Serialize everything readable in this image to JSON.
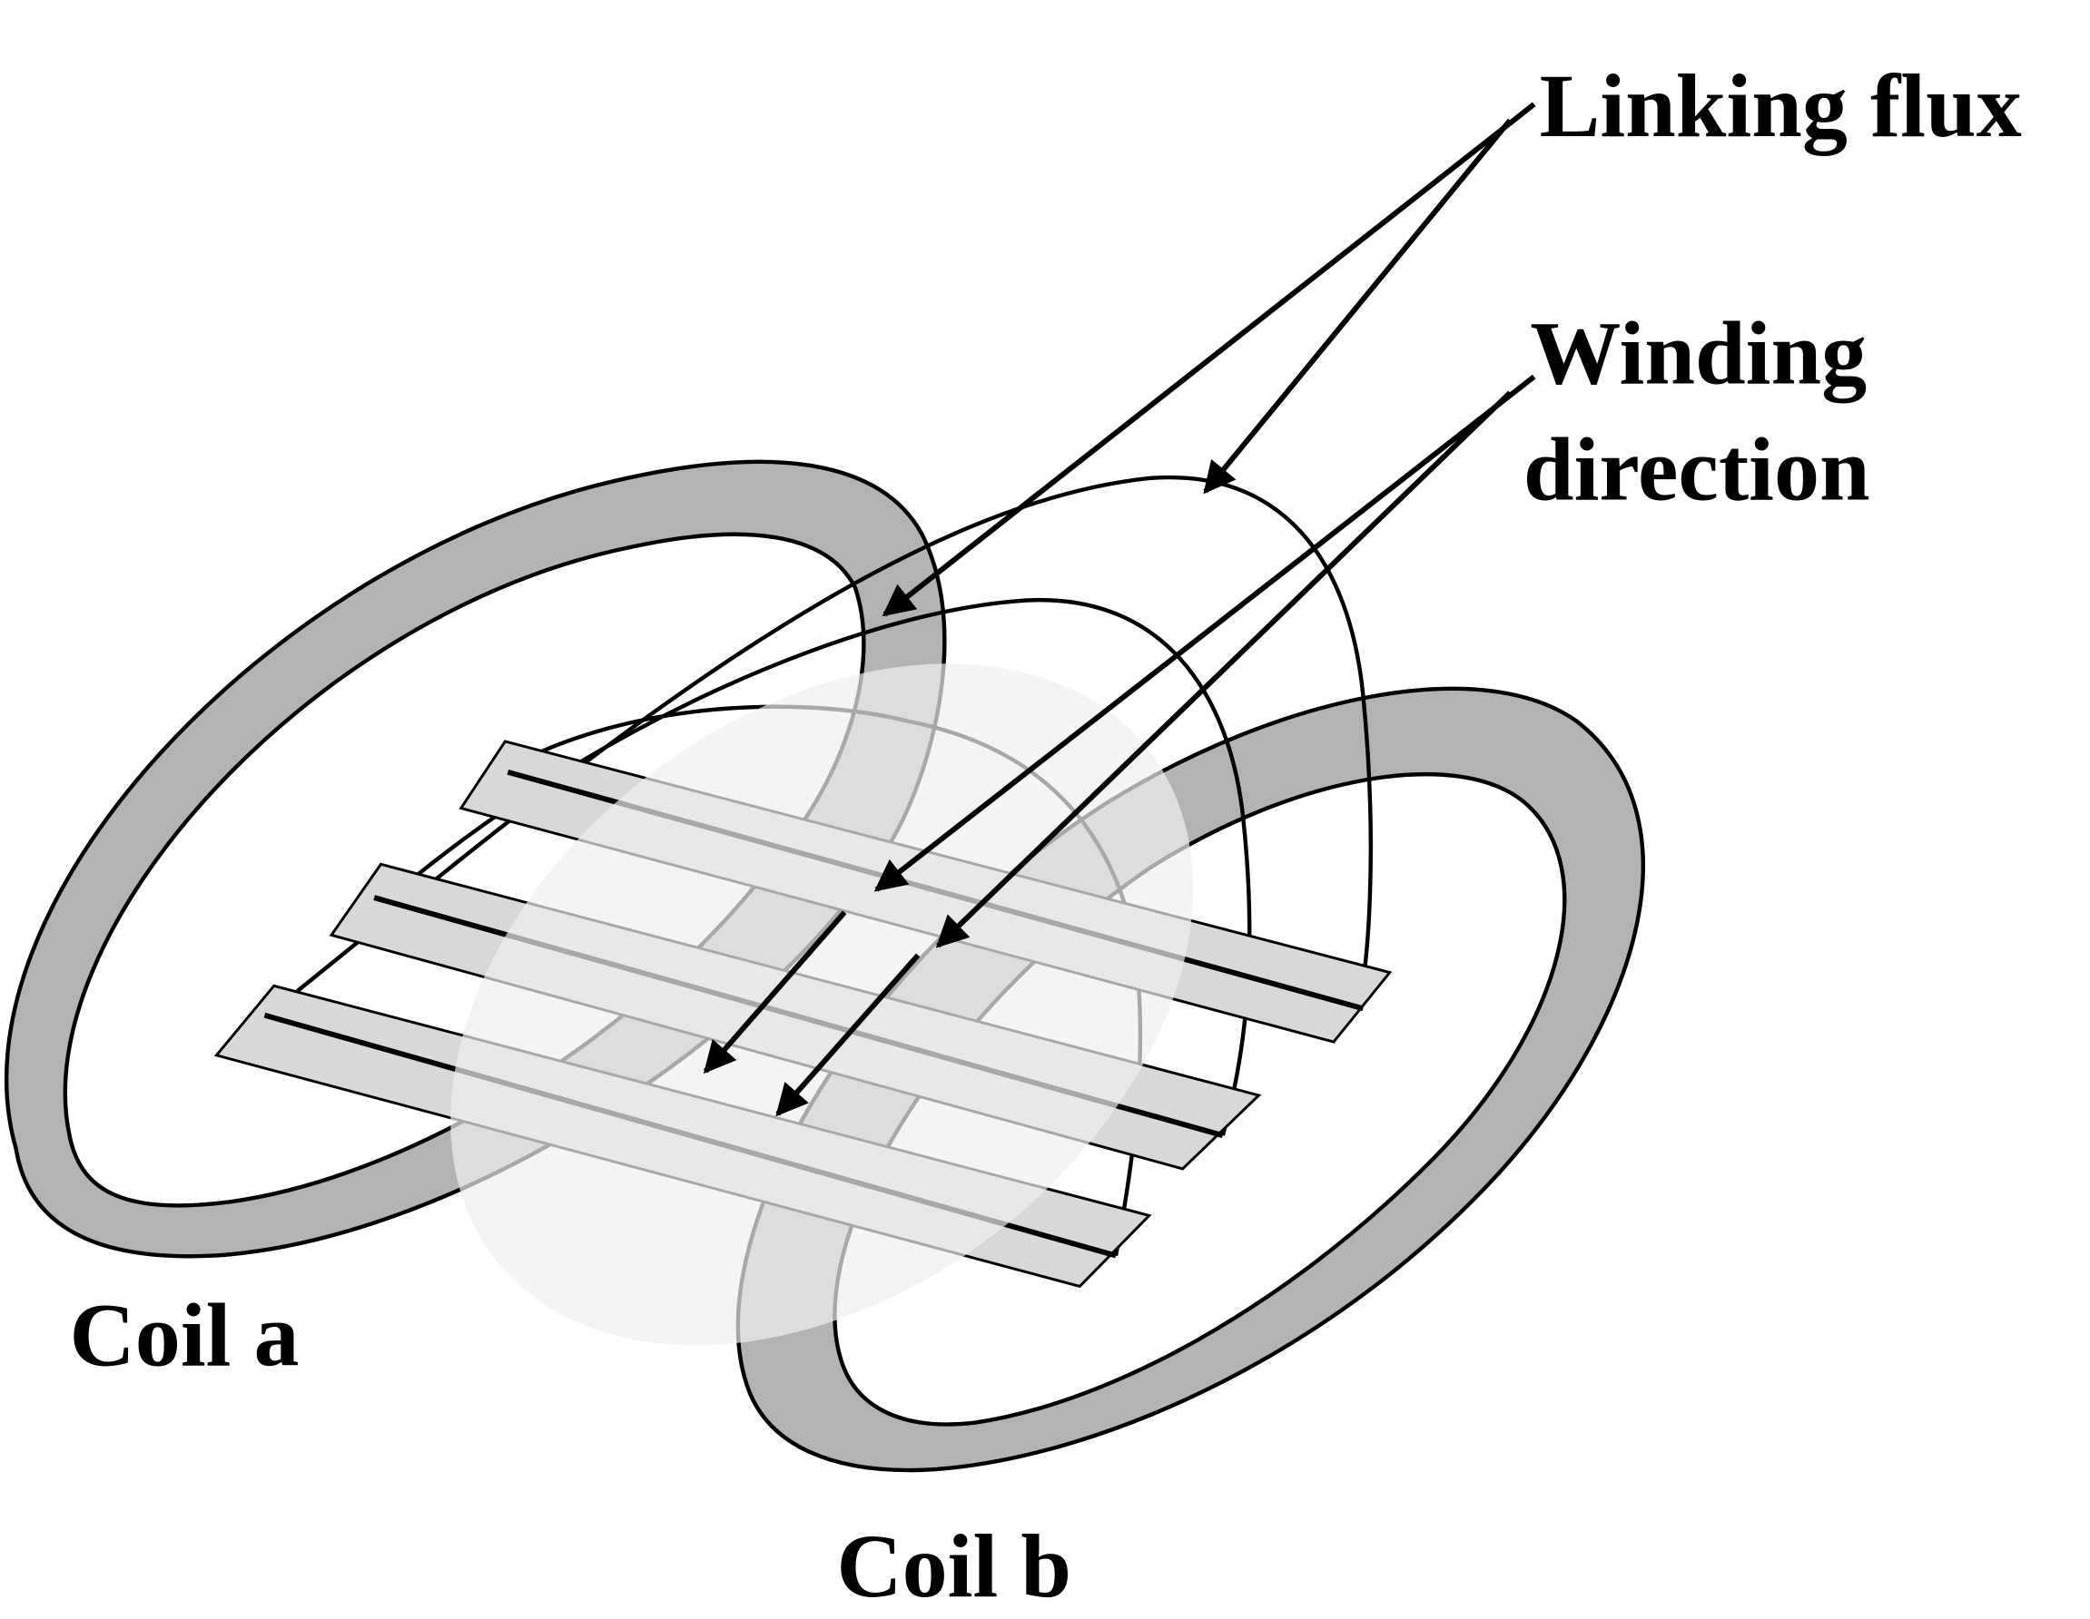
{
  "labels": {
    "linking_flux": "Linking flux",
    "winding_direction_line1": "Winding",
    "winding_direction_line2": "direction",
    "coil_a": "Coil a",
    "coil_b": "Coil b"
  },
  "colors": {
    "coil_fill": "#b3b3b3",
    "strip_fill": "#d8d8d8",
    "outline": "#000000",
    "overlay_fill": "#f0f0f0",
    "background": "#ffffff"
  }
}
